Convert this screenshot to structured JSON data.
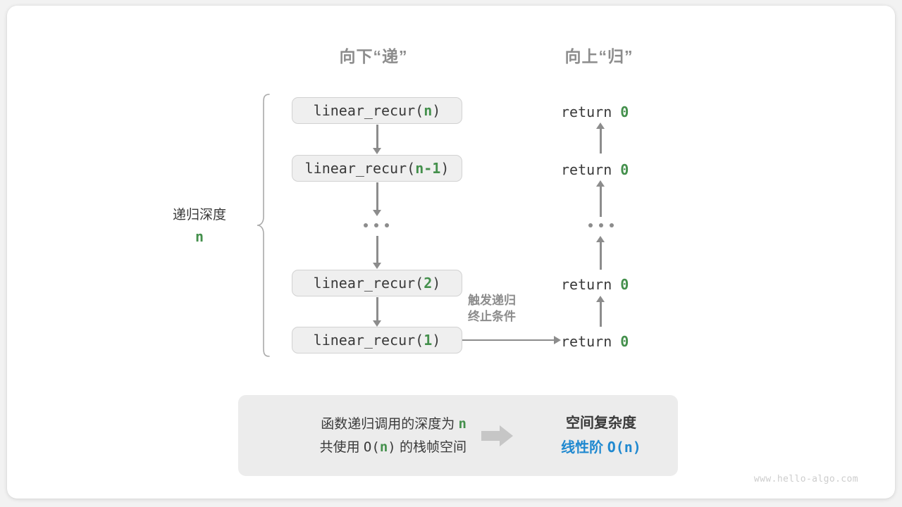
{
  "headings": {
    "down": "向下“递”",
    "up": "向上“归”"
  },
  "depth": {
    "label": "递归深度",
    "value": "n"
  },
  "calls": [
    {
      "prefix": "linear_recur(",
      "arg": "n",
      "suffix": ")"
    },
    {
      "prefix": "linear_recur(",
      "arg": "n-1",
      "suffix": ")"
    },
    {
      "prefix": "linear_recur(",
      "arg": "2",
      "suffix": ")"
    },
    {
      "prefix": "linear_recur(",
      "arg": "1",
      "suffix": ")"
    }
  ],
  "returns": [
    {
      "keyword": "return",
      "value": "0"
    },
    {
      "keyword": "return",
      "value": "0"
    },
    {
      "keyword": "return",
      "value": "0"
    },
    {
      "keyword": "return",
      "value": "0"
    }
  ],
  "ellipsis": "...",
  "trigger": {
    "line1": "触发递归",
    "line2": "终止条件"
  },
  "summary": {
    "line1_a": "函数递归调用的深度为 ",
    "line1_n": "n",
    "line2_a": "共使用 ",
    "line2_o": "O(",
    "line2_n": "n",
    "line2_b": ")",
    "line2_c": " 的栈帧空间",
    "arrow_icon": "right-arrow-icon",
    "result_title": "空间复杂度",
    "result_prefix": "线性阶 ",
    "result_value": "O(n)"
  },
  "watermark": "www.hello-algo.com",
  "colors": {
    "accent_green": "#44904c",
    "accent_blue": "#2089d0",
    "gray": "#8c8c8c",
    "box_fill": "#efefef",
    "panel_fill": "#ececec"
  }
}
